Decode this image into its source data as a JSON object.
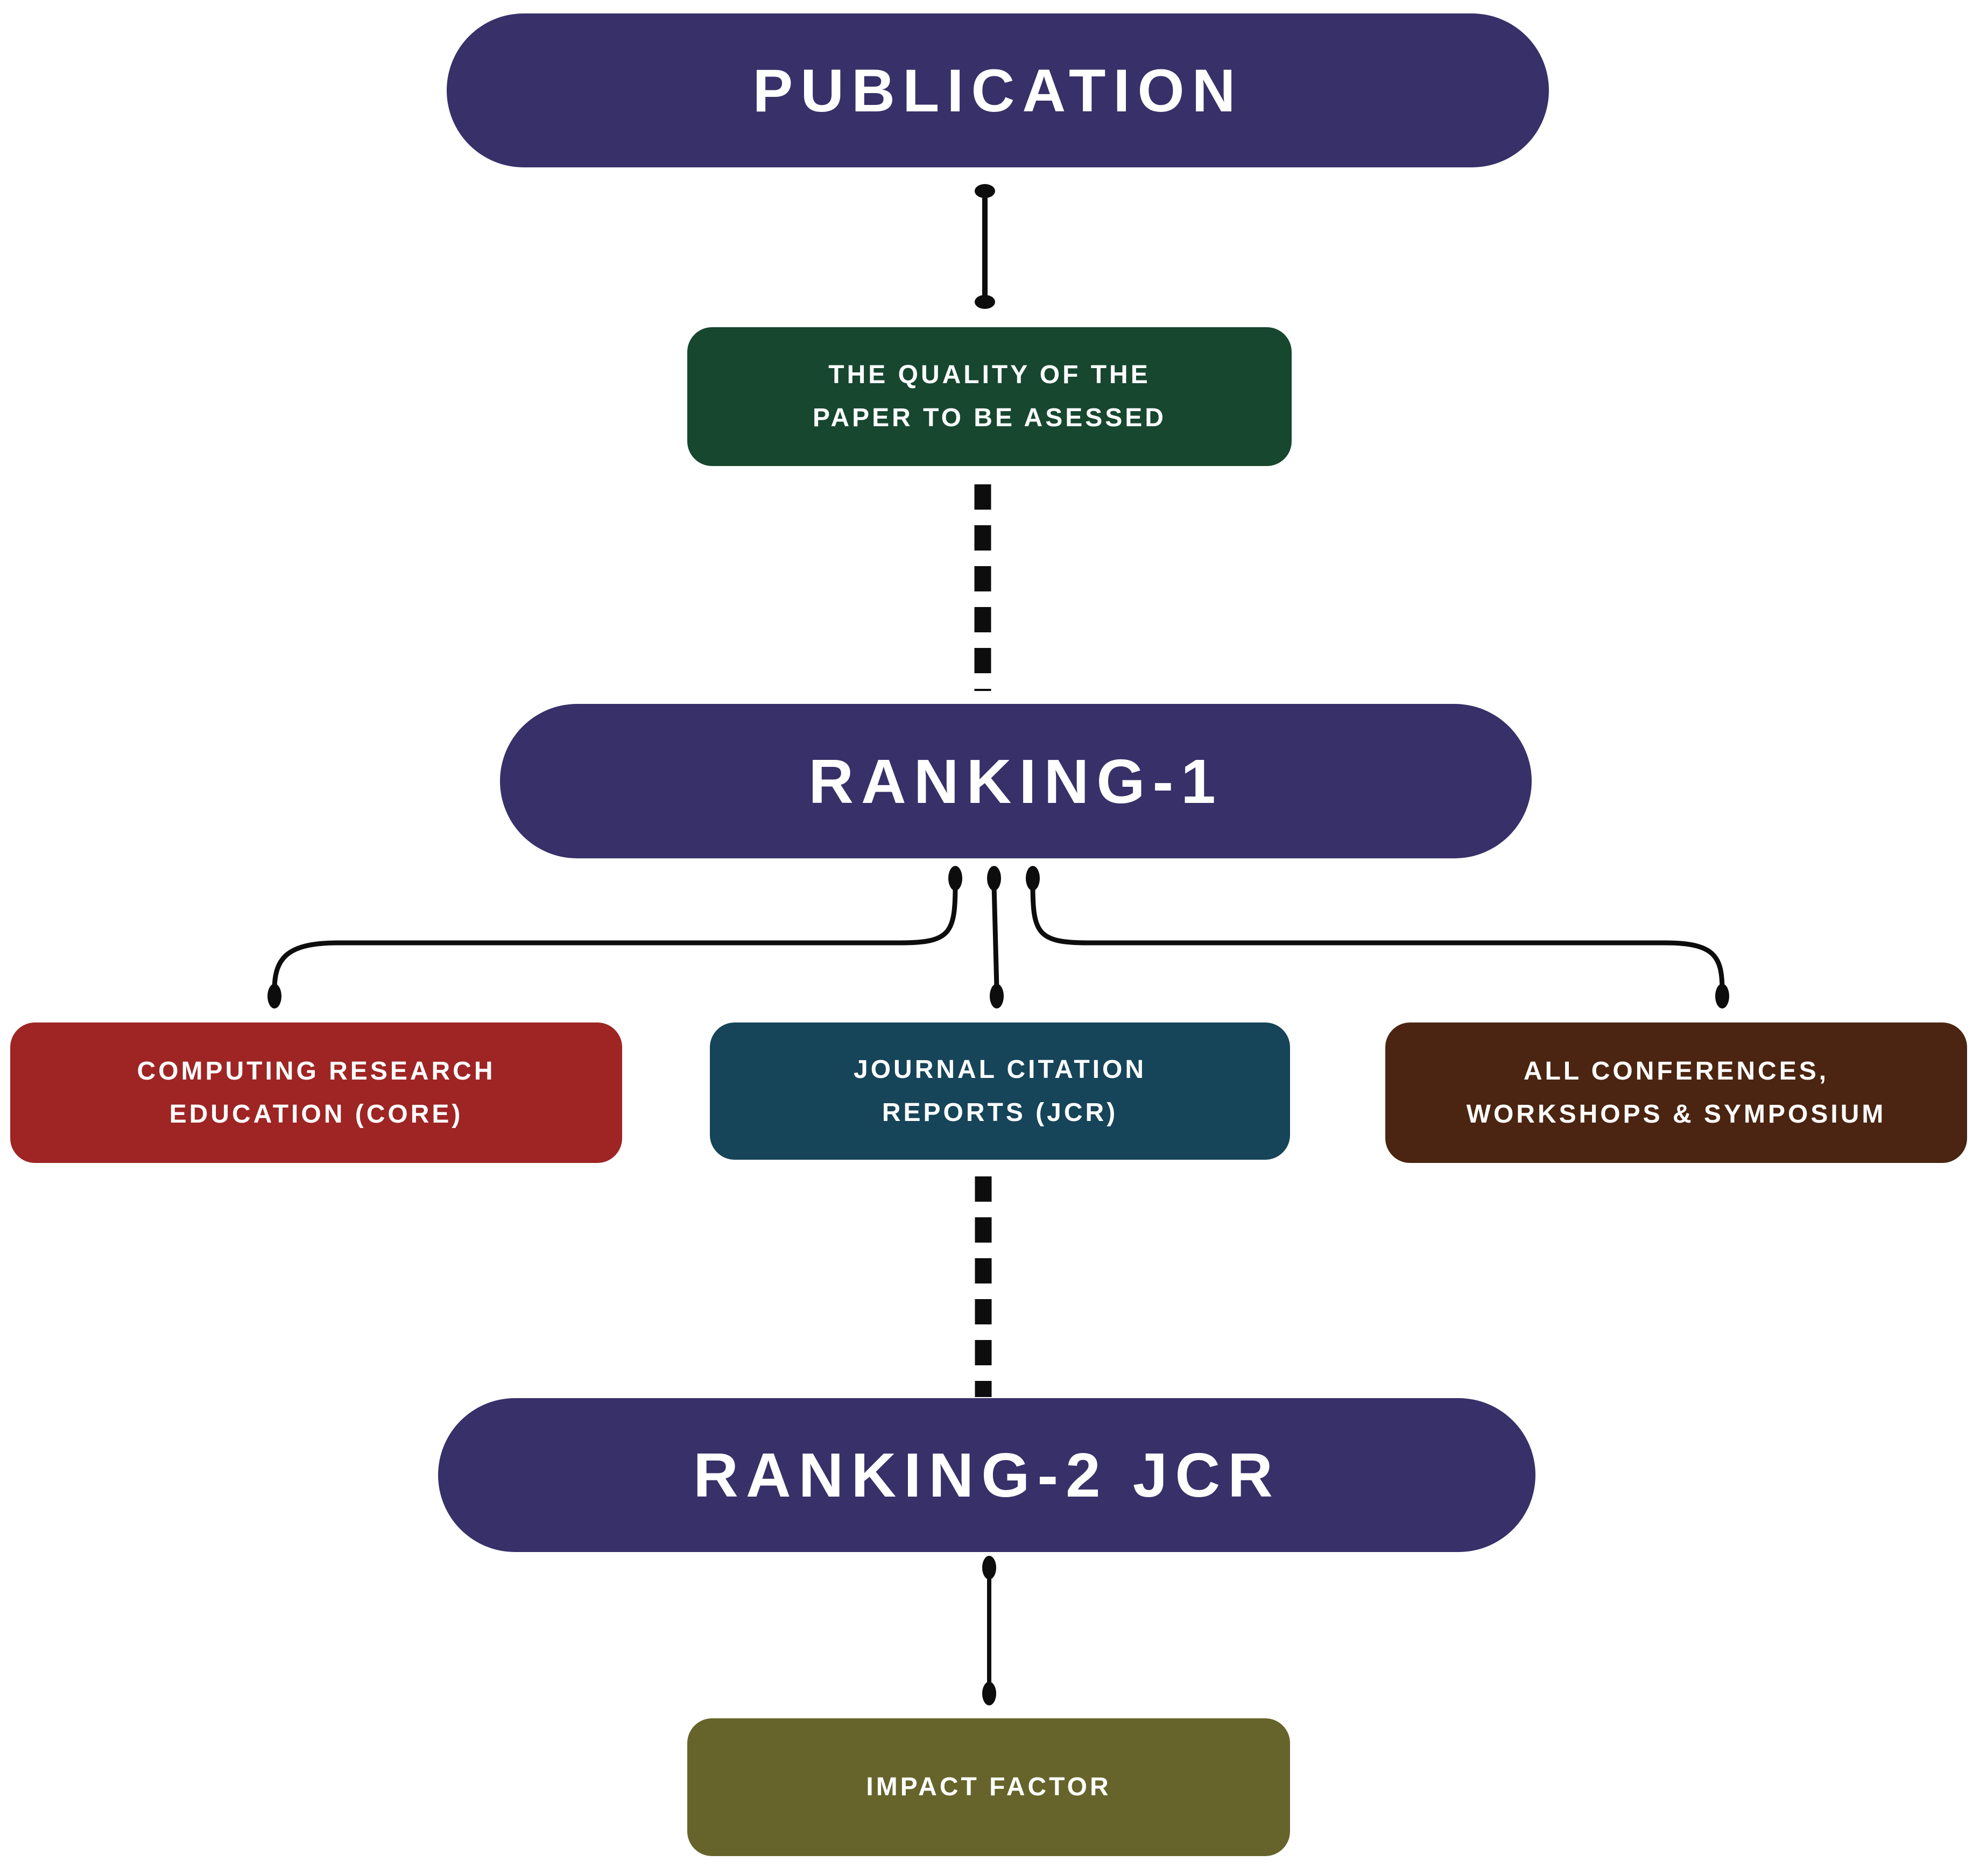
{
  "diagram_title": "Publication quality ranking flowchart",
  "colors": {
    "background": "#ffffff",
    "connector": "#0d0d0d",
    "indigo_pill": "#373069",
    "green_box": "#17472F",
    "red_box": "#9E2524",
    "teal_box": "#164459",
    "brown_box": "#4B2511",
    "olive_box": "#66642B",
    "text": "#ffffff"
  },
  "nodes": {
    "publication": {
      "label": "PUBLICATION"
    },
    "quality": {
      "line1": "THE QUALITY OF THE",
      "line2": "PAPER TO BE ASESSED"
    },
    "ranking1": {
      "label": "RANKING-1"
    },
    "core": {
      "line1": "COMPUTING RESEARCH",
      "line2": "EDUCATION (CORE)"
    },
    "jcr": {
      "line1": "JOURNAL CITATION",
      "line2": "REPORTS (JCR)"
    },
    "conferences": {
      "line1": "ALL CONFERENCES,",
      "line2": "WORKSHOPS & SYMPOSIUM"
    },
    "ranking2": {
      "label": "RANKING-2 JCR"
    },
    "impact": {
      "label": "IMPACT FACTOR"
    }
  },
  "edges": [
    {
      "from": "publication",
      "to": "quality",
      "style": "solid-dot-ends"
    },
    {
      "from": "quality",
      "to": "ranking1",
      "style": "thick-dashed"
    },
    {
      "from": "ranking1",
      "to": "core",
      "style": "curved-branch"
    },
    {
      "from": "ranking1",
      "to": "jcr",
      "style": "straight-branch"
    },
    {
      "from": "ranking1",
      "to": "conferences",
      "style": "curved-branch"
    },
    {
      "from": "jcr",
      "to": "ranking2",
      "style": "thick-dashed"
    },
    {
      "from": "ranking2",
      "to": "impact",
      "style": "solid-dot-ends"
    }
  ]
}
